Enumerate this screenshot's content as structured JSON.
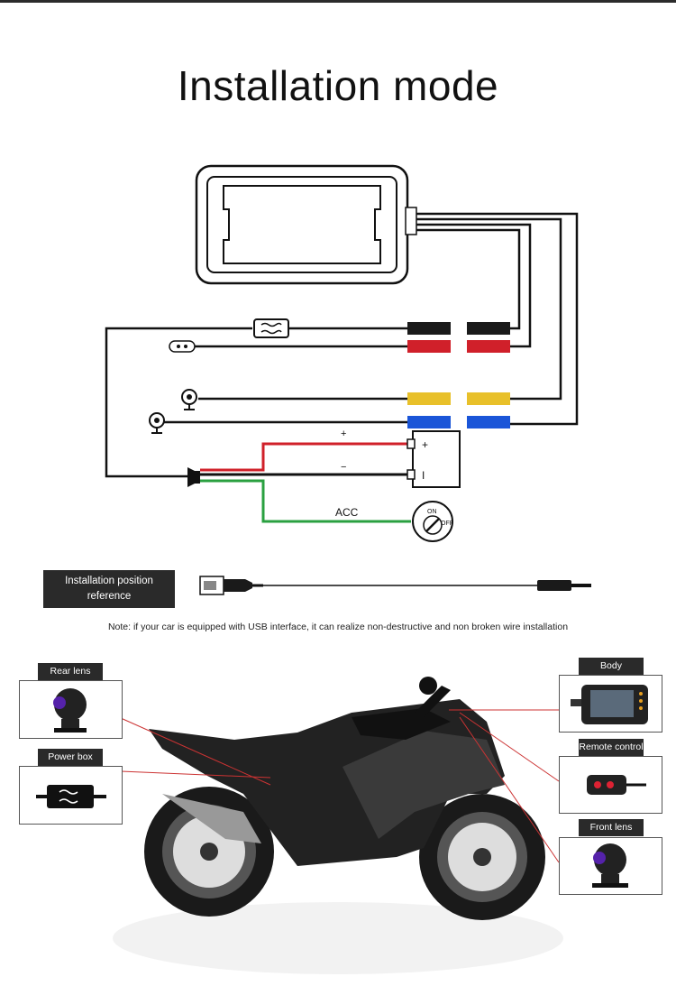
{
  "title": "Installation mode",
  "wiring": {
    "battery_plus_label": "+",
    "battery_minus_label": "−",
    "terminal_plus": "+",
    "terminal_minus": "I",
    "acc_label": "ACC",
    "switch_on": "ON",
    "switch_off": "OFF",
    "wire_colors": {
      "black": "#1a1a1a",
      "red": "#d0202a",
      "yellow": "#e8c02a",
      "blue": "#1a55d8",
      "green": "#2aa040"
    }
  },
  "reference": {
    "line1": "Installation position",
    "line2": "reference",
    "note": "Note: if your car is equipped with USB interface, it can realize non-destructive and non broken wire installation"
  },
  "components": {
    "rear_lens": "Rear lens",
    "power_box": "Power box",
    "body": "Body",
    "remote_control": "Remote control",
    "front_lens": "Front lens"
  }
}
